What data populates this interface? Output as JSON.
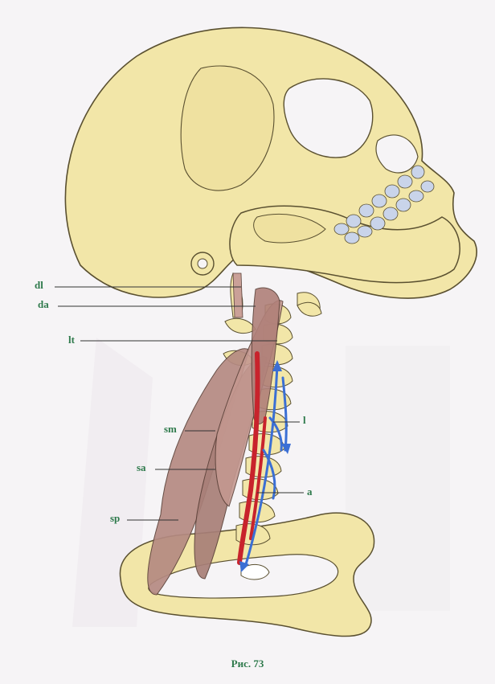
{
  "labels": {
    "dl": "dl",
    "da": "da",
    "lt": "lt",
    "sm": "sm",
    "sa": "sa",
    "sp": "sp",
    "l": "l",
    "a": "a"
  },
  "caption": "Рис. 73",
  "colors": {
    "bone": "#f2e6a8",
    "bone_outline": "#5a5030",
    "muscle": "#b58a82",
    "artery": "#c8232c",
    "nerve": "#3b6fd4",
    "label": "#2f7a4c",
    "teeth": "#c9d4ea"
  }
}
